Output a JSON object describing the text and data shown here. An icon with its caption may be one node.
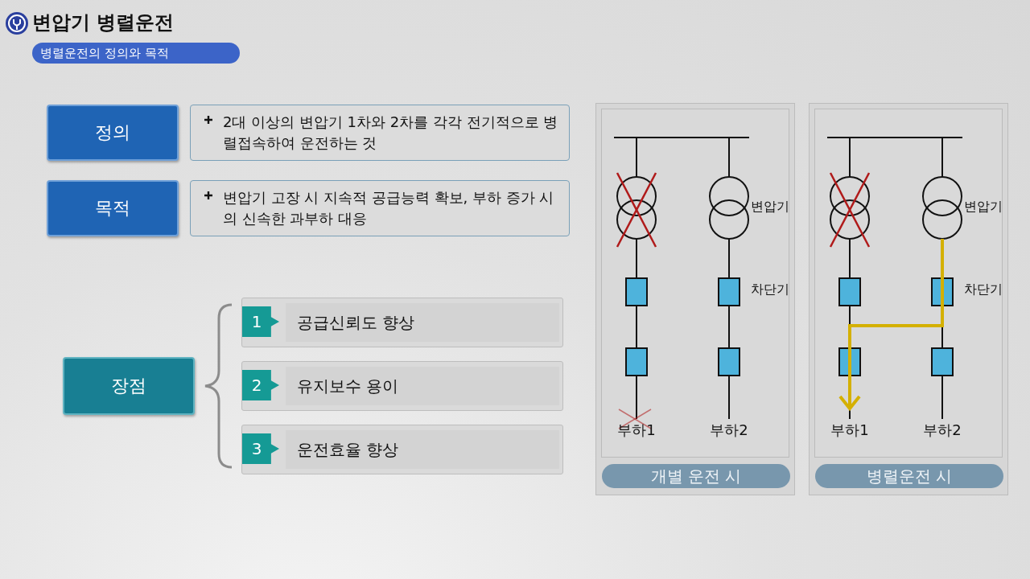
{
  "diagram": {
    "title": "변압기 병렬운전",
    "nodes": [
      {
        "text": [
          "정의"
        ]
      },
      {
        "text": [
          "2대 이상의 변압기 1차와 2차를 각각 전기적으로 병렬접속하여 운전하는 것"
        ]
      },
      {
        "text": [
          "목적"
        ]
      },
      {
        "text": [
          "변압기 고장 시 지속적 공급능력 확보, 부하 증가 시의 신속한 과부하 대응"
        ]
      },
      {
        "text": [
          "장점"
        ]
      },
      {
        "text": [
          "1",
          "공급신뢰도 향상"
        ]
      },
      {
        "text": [
          "2",
          "유지보수 용이"
        ]
      },
      {
        "text": [
          "3",
          "운전효율 향상"
        ]
      },
      {
        "text": [
          "개별 운전 시"
        ]
      },
      {
        "text": [
          "병렬운전 시"
        ]
      }
    ],
    "labels": [
      "병렬운전의 정의와 목적",
      "변압기",
      "차단기",
      "부하1",
      "부하2",
      "변압기",
      "차단기",
      "부하1",
      "부하2"
    ]
  }
}
